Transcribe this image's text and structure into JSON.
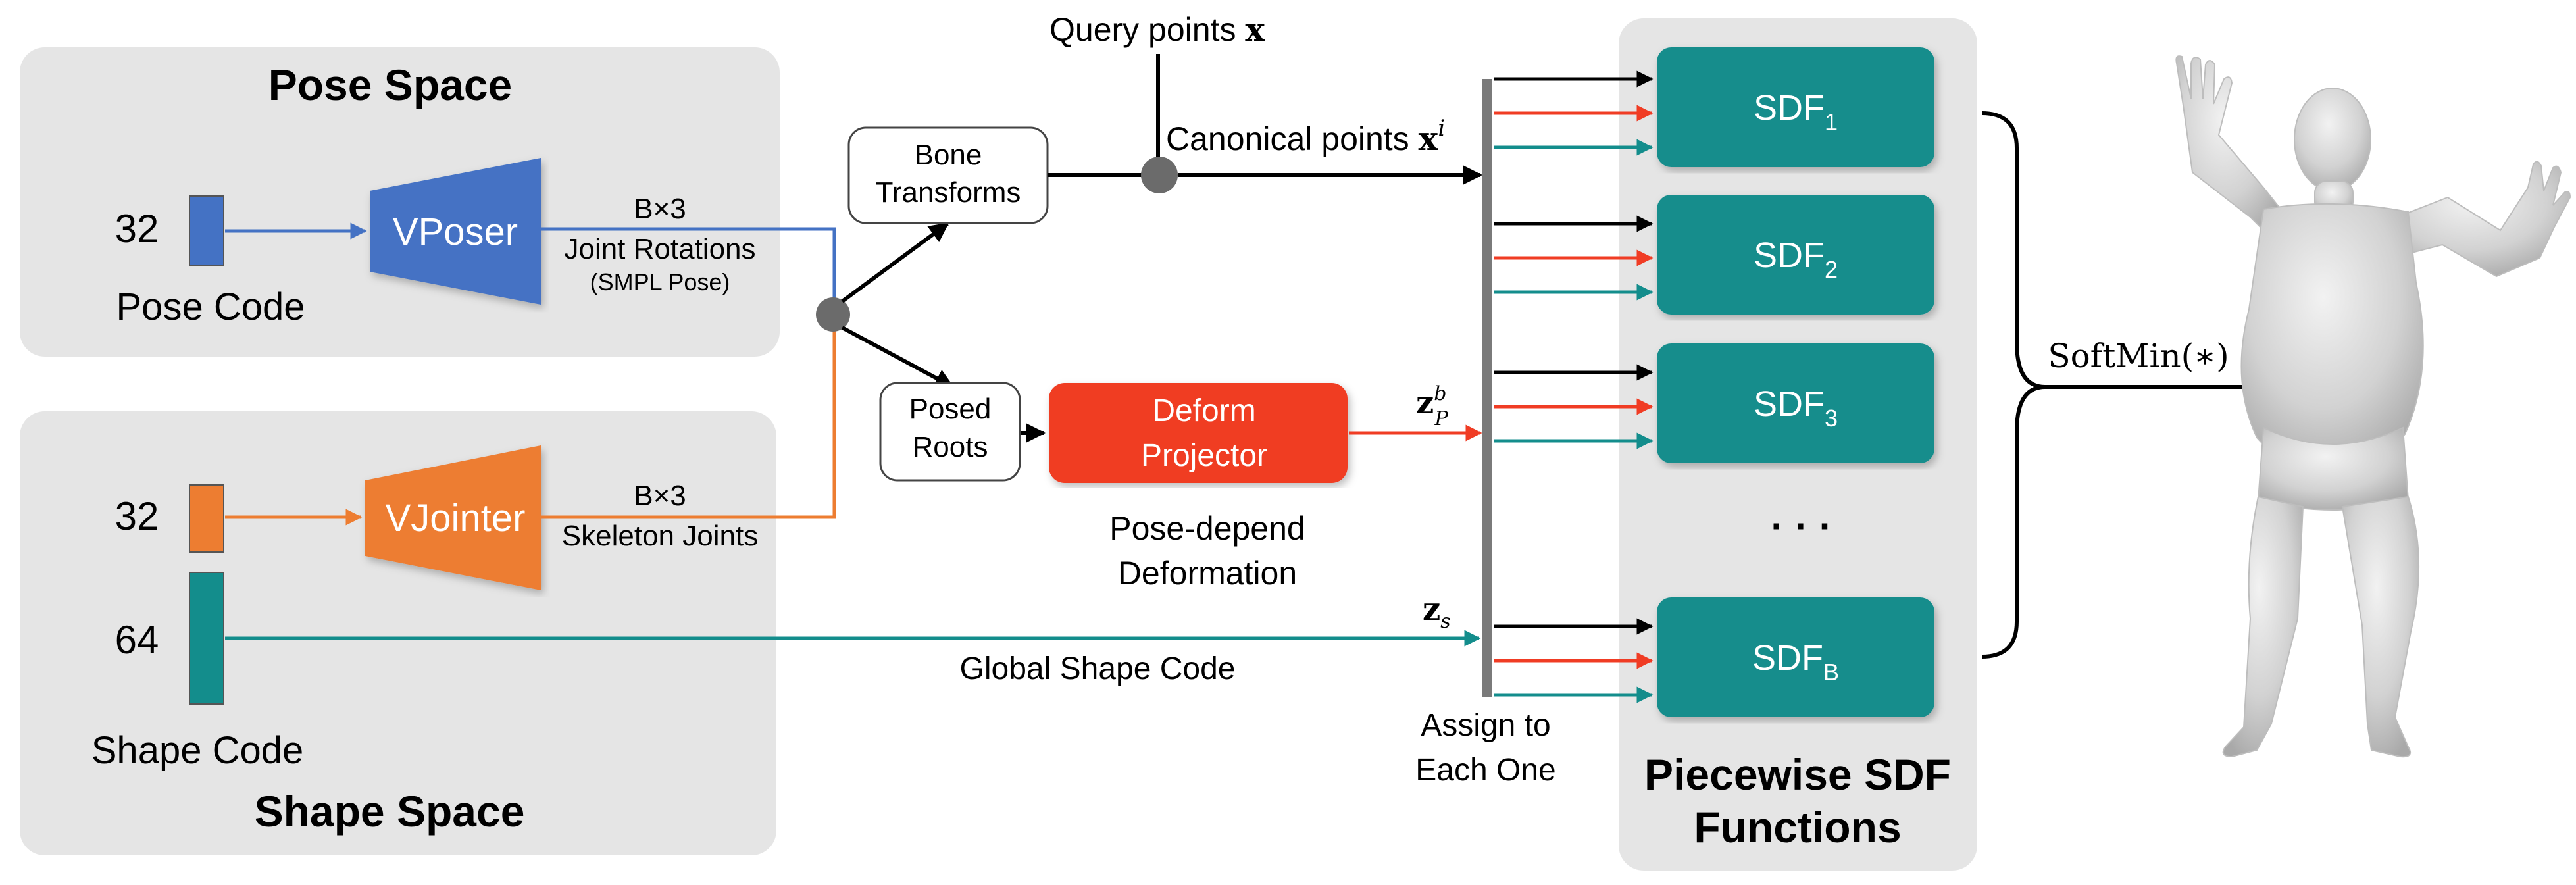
{
  "pose_space": {
    "title": "Pose Space",
    "code_dim": "32",
    "code_label": "Pose Code",
    "encoder": "VPoser",
    "output_dim": "B×3",
    "output_label": "Joint Rotations",
    "output_note": "(SMPL Pose)"
  },
  "shape_space": {
    "title": "Shape Space",
    "joint_dim": "32",
    "shape_dim": "64",
    "code_label": "Shape Code",
    "encoder": "VJointer",
    "output_dim": "B×3",
    "output_label": "Skeleton Joints"
  },
  "middle": {
    "bone_transforms": [
      "Bone",
      "Transforms"
    ],
    "posed_roots": [
      "Posed",
      "Roots"
    ],
    "deform_projector": [
      "Deform",
      "Projector"
    ],
    "pose_deform_label": [
      "Pose-depend",
      "Deformation"
    ],
    "query_points": "Query points",
    "query_symbol": "x",
    "canonical_points": "Canonical points",
    "canonical_symbol": "x",
    "canonical_sup": "i",
    "z_pose": "z",
    "z_pose_sub": "P",
    "z_pose_sup": "b",
    "z_shape": "z",
    "z_shape_sub": "s",
    "global_shape_code": "Global Shape Code",
    "assign_label": [
      "Assign to",
      "Each One"
    ]
  },
  "sdf_panel": {
    "title": [
      "Piecewise SDF",
      "Functions"
    ],
    "items": [
      {
        "name": "SDF",
        "sub": "1"
      },
      {
        "name": "SDF",
        "sub": "2"
      },
      {
        "name": "SDF",
        "sub": "3"
      },
      {
        "name": "SDF",
        "sub": "B"
      }
    ],
    "ellipsis": "· · ·"
  },
  "softmin_label": "SoftMin(∗)",
  "colors": {
    "panel_bg": "#e5e5e5",
    "pose_blue": "#4472c4",
    "shape_orange": "#ed7d31",
    "teal": "#138d8c",
    "red": "#f03c24",
    "bus_gray": "#7a7a7a",
    "junction_gray": "#6b6b6b"
  }
}
